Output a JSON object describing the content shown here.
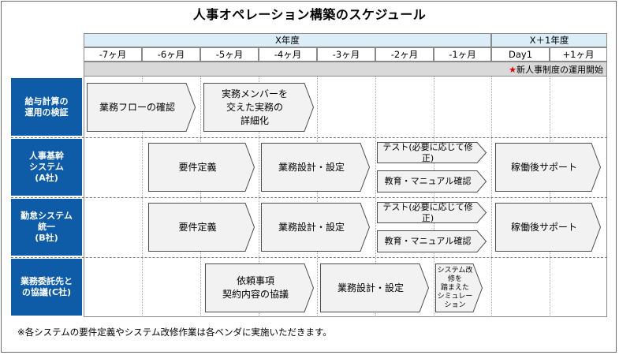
{
  "title": "人事オペレーション構築のスケジュール",
  "years": [
    "X年度",
    "X＋1年度"
  ],
  "months": [
    "-7ヶ月",
    "-6ヶ月",
    "-5ヶ月",
    "-4ヶ月",
    "-3ヶ月",
    "-2ヶ月",
    "-1ヶ月",
    "Day1",
    "+1ヶ月"
  ],
  "milestone": {
    "star": "★",
    "text": "新人事制度の運用開始",
    "star_color": "#e00000"
  },
  "rows": [
    {
      "label": "給与計算の\n運用の検証"
    },
    {
      "label": "人事基幹\nシステム\n(A社)"
    },
    {
      "label": "勤怠システム\n統一\n(B社)"
    },
    {
      "label": "業務委託先と\nの協議(C社)"
    }
  ],
  "tasks": {
    "r1_flow": "業務フローの確認",
    "r1_member": "実務メンバーを\n交えた実務の\n詳細化",
    "r2_req": "要件定義",
    "r2_design": "業務設計・設定",
    "r2_test": "テスト(必要に応じて修正)",
    "r2_edu": "教育・マニュアル確認",
    "r2_support": "稼働後サポート",
    "r3_req": "要件定義",
    "r3_design": "業務設計・設定",
    "r3_test": "テスト(必要に応じて修正)",
    "r3_edu": "教育・マニュアル確認",
    "r3_support": "稼働後サポート",
    "r4_request": "依頼事項\n契約内容の協議",
    "r4_design": "業務設計・設定",
    "r4_sim": "システム改修を\n踏まえた\nシミュレーション"
  },
  "footnote": "※各システムの要件定義やシステム改修作業は各ベンダに実施いただきます。",
  "colors": {
    "label_bg": "#0e5ca8",
    "year_bg": "#dbeef8",
    "arrow_fill": "#f2f2f2"
  }
}
